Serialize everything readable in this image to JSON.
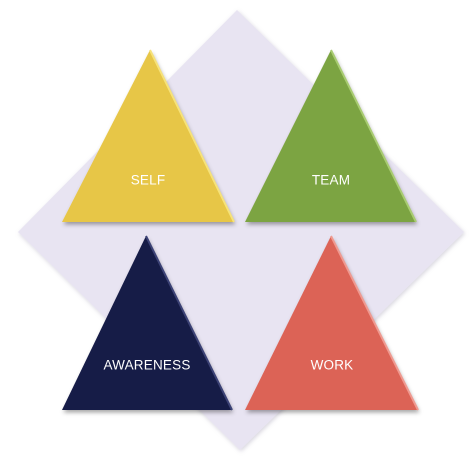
{
  "diagram": {
    "background_color": "#ffffff",
    "diamond_color": "#e8e4f2",
    "triangles": [
      {
        "id": "self",
        "label": "SELF",
        "color": "#e7c646",
        "edge": "#f6e27a"
      },
      {
        "id": "team",
        "label": "TEAM",
        "color": "#7ca443",
        "edge": "#a9cc72"
      },
      {
        "id": "awareness",
        "label": "AWARENESS",
        "color": "#161a46",
        "edge": "#3c4276"
      },
      {
        "id": "work",
        "label": "WORK",
        "color": "#dc6457",
        "edge": "#f09a90"
      }
    ]
  }
}
